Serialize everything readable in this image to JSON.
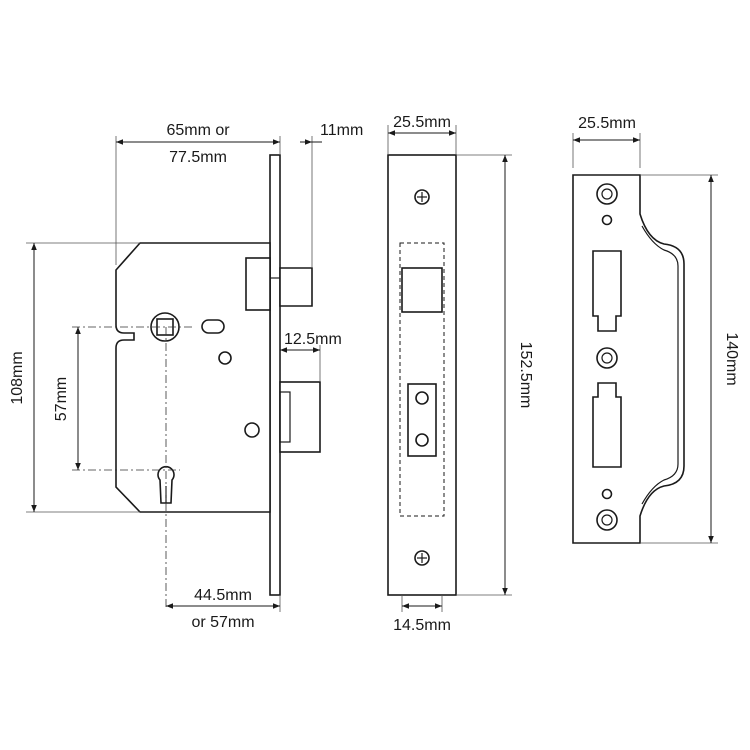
{
  "labels": {
    "backset_line1": "65mm or",
    "backset_line2": "77.5mm",
    "faceplate_thickness": "11mm",
    "case_height": "108mm",
    "centres": "57mm",
    "latch_throw": "12.5mm",
    "keyhole_line1": "44.5mm",
    "keyhole_line2": "or 57mm",
    "forend_width": "25.5mm",
    "forend_height": "152.5mm",
    "forend_inner": "14.5mm",
    "strike_width": "25.5mm",
    "strike_height": "140mm"
  },
  "colors": {
    "line": "#1a1a1a",
    "background": "#ffffff"
  }
}
